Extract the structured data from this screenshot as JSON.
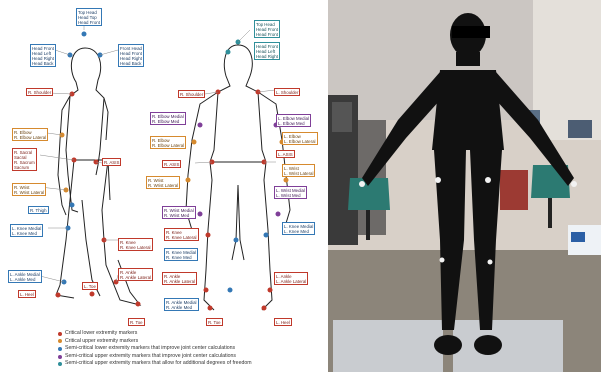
{
  "diagram": {
    "side_labels": [
      {
        "id": "top-head",
        "text": "Top Head\nHead Top\nHead Front",
        "color": "blue"
      },
      {
        "id": "l-head-front",
        "text": "Head Front\nHead Left\nHead Right\nHead Back",
        "color": "blue"
      },
      {
        "id": "r-head-front",
        "text": "Front Head\nHead Front\nHead Right\nHead Back",
        "color": "blue"
      },
      {
        "id": "r-shoulder",
        "text": "R. Shoulder",
        "color": "red"
      },
      {
        "id": "r-elbow",
        "text": "R. Elbow\nR. Elbow Lateral",
        "color": "orange"
      },
      {
        "id": "sacral",
        "text": "R. Sacral\nSacral\nR. Sacrum\nSacrum",
        "color": "red"
      },
      {
        "id": "r-asis",
        "text": "R. ASIS",
        "color": "red"
      },
      {
        "id": "r-wrist",
        "text": "R. Wrist\nR. Wrist Lateral",
        "color": "orange"
      },
      {
        "id": "r-thigh",
        "text": "R. Thigh",
        "color": "blue"
      },
      {
        "id": "r-knee",
        "text": "R. Knee\nR. Knee Lateral",
        "color": "red"
      },
      {
        "id": "l-knee",
        "text": "L. Knee Medial\nL. Knee Med",
        "color": "blue"
      },
      {
        "id": "r-ankle",
        "text": "R. Ankle\nR. Ankle Lateral",
        "color": "red"
      },
      {
        "id": "l-ankle",
        "text": "L. Ankle Medial\nL. Ankle Med",
        "color": "blue"
      },
      {
        "id": "l-heel",
        "text": "L. Heel",
        "color": "red"
      },
      {
        "id": "l-toe",
        "text": "L. Toe",
        "color": "red"
      },
      {
        "id": "r-toe",
        "text": "R. Toe",
        "color": "red"
      }
    ],
    "front_labels": [
      {
        "id": "f-top-head",
        "text": "Top Head\nHead Front\nHead Front",
        "color": "teal"
      },
      {
        "id": "f-head-side",
        "text": "Head Front\nHead Left\nHead Right",
        "color": "teal"
      },
      {
        "id": "f-r-shoulder",
        "text": "R. Shoulder",
        "color": "red"
      },
      {
        "id": "f-l-shoulder",
        "text": "L. Shoulder",
        "color": "red"
      },
      {
        "id": "f-r-elbow-med",
        "text": "R. Elbow Medial\nR. Elbow Med",
        "color": "purple"
      },
      {
        "id": "f-l-elbow-med",
        "text": "L. Elbow Medial\nL. Elbow Med",
        "color": "purple"
      },
      {
        "id": "f-r-elbow",
        "text": "R. Elbow\nR. Elbow Lateral",
        "color": "orange"
      },
      {
        "id": "f-l-elbow",
        "text": "L. Elbow\nL. Elbow Lateral",
        "color": "orange"
      },
      {
        "id": "f-r-asis",
        "text": "R. ASIS",
        "color": "red"
      },
      {
        "id": "f-l-asis",
        "text": "L. ASIS",
        "color": "red"
      },
      {
        "id": "f-r-wrist",
        "text": "R. Wrist\nR. Wrist Lateral",
        "color": "orange"
      },
      {
        "id": "f-l-wrist",
        "text": "L. Wrist\nL. Wrist Lateral",
        "color": "orange"
      },
      {
        "id": "f-r-wrist-med",
        "text": "R. Wrist Medial\nR. Wrist Med",
        "color": "purple"
      },
      {
        "id": "f-l-wrist-med",
        "text": "L. Wrist Medial\nL. Wrist Med",
        "color": "purple"
      },
      {
        "id": "f-r-knee",
        "text": "R. Knee\nR. Knee Lateral",
        "color": "red"
      },
      {
        "id": "f-l-knee",
        "text": "L. Knee Medial\nL. Knee Med",
        "color": "blue"
      },
      {
        "id": "f-r-knee-med",
        "text": "R. Knee Medial\nR. Knee Med",
        "color": "blue"
      },
      {
        "id": "f-r-ankle",
        "text": "R. Ankle\nR. Ankle Lateral",
        "color": "red"
      },
      {
        "id": "f-r-ankle-med",
        "text": "R. Ankle Medial\nR. Ankle Med",
        "color": "blue"
      },
      {
        "id": "f-l-ankle",
        "text": "L. Ankle\nL. Ankle Lateral",
        "color": "red"
      },
      {
        "id": "f-r-toe",
        "text": "R. Toe",
        "color": "red"
      },
      {
        "id": "f-l-heel",
        "text": "L. Heel",
        "color": "red"
      }
    ],
    "legend": [
      {
        "text": "Critical lower extremity markers",
        "color": "#c0392b"
      },
      {
        "text": "Critical upper extremity markers",
        "color": "#d68a2e"
      },
      {
        "text": "Semi-critical lower extremity markers that improve joint center calculations",
        "color": "#3478b5"
      },
      {
        "text": "Semi-critical upper extremity markers that improve joint center calculations",
        "color": "#7f3f98"
      },
      {
        "text": "Semi-critical upper extremity markers that allow for additional degrees of freedom",
        "color": "#2f8f9a"
      }
    ]
  },
  "colors": {
    "red": "#c0392b",
    "orange": "#d68a2e",
    "blue": "#3478b5",
    "purple": "#7f3f98",
    "teal": "#2f8f9a"
  }
}
